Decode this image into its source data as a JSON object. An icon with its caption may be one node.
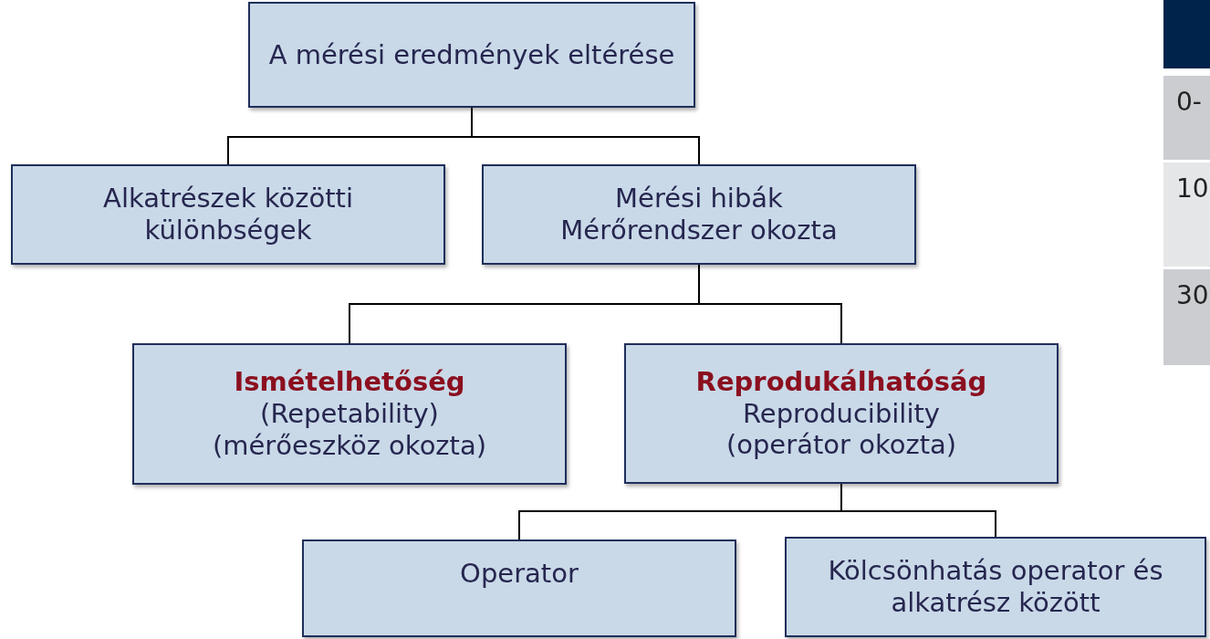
{
  "diagram": {
    "nodes": [
      {
        "text": [
          "A mérési eredmények eltérése"
        ]
      },
      {
        "text": [
          "Alkatrészek közötti különbségek"
        ]
      },
      {
        "text": [
          "Mérési hibák",
          "Mérőrendszer okozta"
        ]
      },
      {
        "text": [
          "Ismételhetőség",
          "(Repetability)",
          "(mérőeszköz okozta)"
        ]
      },
      {
        "text": [
          "Reprodukálhatóság",
          "Reproducibility",
          "(operátor okozta)"
        ]
      },
      {
        "text": [
          "Operator"
        ]
      },
      {
        "text": [
          "Kölcsönhatás operator és alkatrész között"
        ]
      }
    ],
    "edges": [
      {
        "from": 0,
        "to": 1,
        "arrow": "none"
      },
      {
        "from": 0,
        "to": 2,
        "arrow": "none"
      },
      {
        "from": 2,
        "to": 3,
        "arrow": "none"
      },
      {
        "from": 2,
        "to": 4,
        "arrow": "none"
      },
      {
        "from": 4,
        "to": 5,
        "arrow": "none"
      },
      {
        "from": 4,
        "to": 6,
        "arrow": "none"
      }
    ],
    "labels": [
      "0-",
      "10",
      "30"
    ]
  }
}
